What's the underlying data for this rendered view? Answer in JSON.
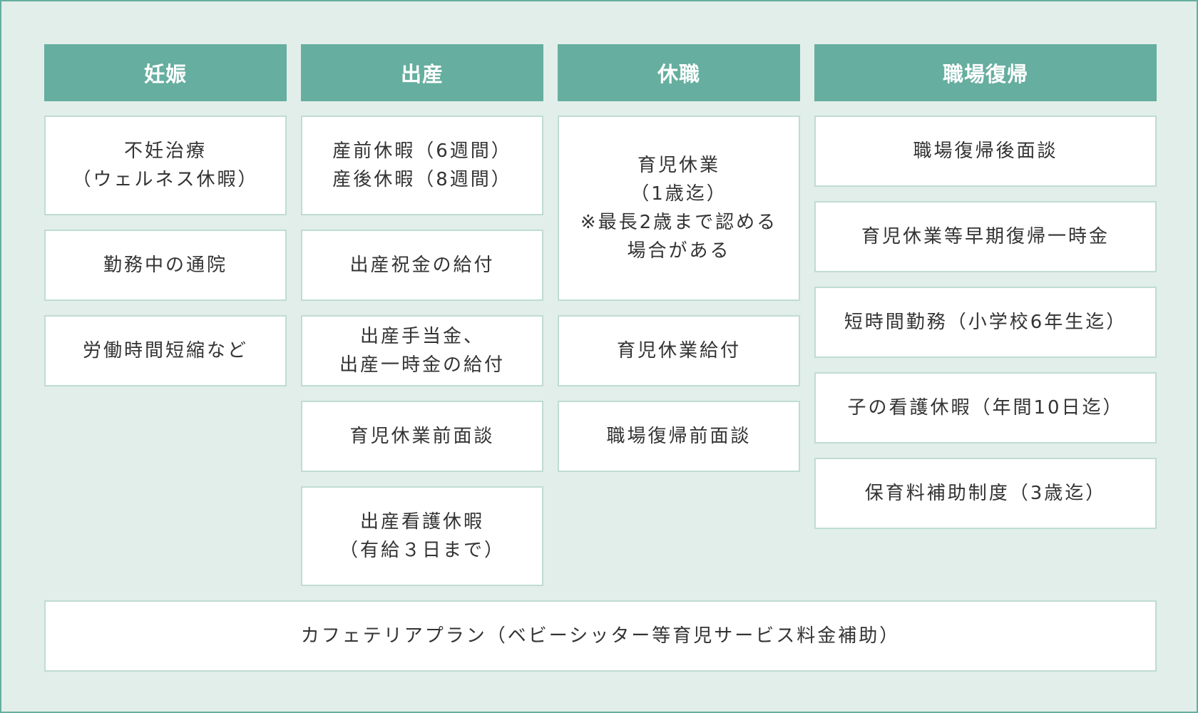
{
  "colors": {
    "background": "#e2eeea",
    "header": "#66ae9f",
    "box_border": "#bfdcd4",
    "text": "#333333"
  },
  "columns": [
    {
      "title": "妊娠",
      "items": [
        {
          "lines": [
            "不妊治療",
            "（ウェルネス休暇）"
          ]
        },
        {
          "lines": [
            "勤務中の通院"
          ]
        },
        {
          "lines": [
            "労働時間短縮など"
          ]
        }
      ]
    },
    {
      "title": "出産",
      "items": [
        {
          "lines": [
            "産前休暇（6週間）",
            "産後休暇（8週間）"
          ]
        },
        {
          "lines": [
            "出産祝金の給付"
          ]
        },
        {
          "lines": [
            "出産手当金、",
            "出産一時金の給付"
          ]
        },
        {
          "lines": [
            "育児休業前面談"
          ]
        },
        {
          "lines": [
            "出産看護休暇",
            "（有給３日まで）"
          ]
        }
      ]
    },
    {
      "title": "休職",
      "items": [
        {
          "lines": [
            "育児休業",
            "（1歳迄）",
            "※最長2歳まで認める",
            "場合がある"
          ]
        },
        {
          "lines": [
            "育児休業給付"
          ]
        },
        {
          "lines": [
            "職場復帰前面談"
          ]
        }
      ]
    },
    {
      "title": "職場復帰",
      "items": [
        {
          "lines": [
            "職場復帰後面談"
          ]
        },
        {
          "lines": [
            "育児休業等早期復帰一時金"
          ]
        },
        {
          "lines": [
            "短時間勤務（小学校6年生迄）"
          ]
        },
        {
          "lines": [
            "子の看護休暇（年間10日迄）"
          ]
        },
        {
          "lines": [
            "保育料補助制度（3歳迄）"
          ]
        }
      ]
    }
  ],
  "footer": {
    "text": "カフェテリアプラン（ベビーシッター等育児サービス料金補助）"
  }
}
